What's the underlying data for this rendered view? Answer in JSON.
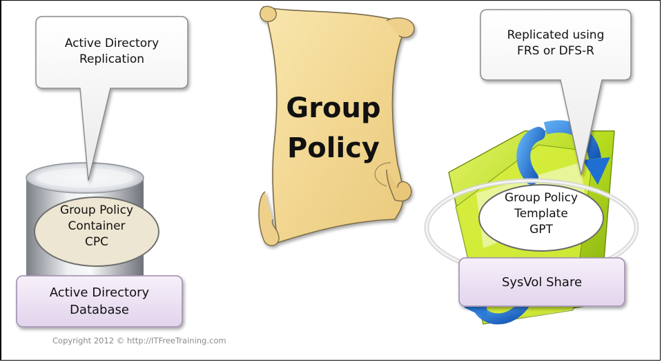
{
  "scroll": {
    "title_line1": "Group",
    "title_line2": "Policy"
  },
  "left": {
    "callout_line1": "Active Directory",
    "callout_line2": "Replication",
    "container_line1": "Group Policy",
    "container_line2": "Container",
    "container_line3": "CPC",
    "database_line1": "Active Directory",
    "database_line2": "Database"
  },
  "right": {
    "callout_line1": "Replicated using",
    "callout_line2": "FRS or DFS-R",
    "template_line1": "Group Policy",
    "template_line2": "Template",
    "template_line3": "GPT",
    "share_label": "SysVol Share"
  },
  "footer": {
    "copyright": "Copyright 2012 © http://ITFreeTraining.com"
  },
  "colors": {
    "parchment": "#f3dc9c",
    "parchment_edge": "#7a6a48",
    "purple_box": "#ece2f2",
    "purple_border": "#a898b6",
    "container_fill": "#ede6d2",
    "arrow_blue": "#1f6fd2",
    "folder_green": "#b8dc22"
  }
}
